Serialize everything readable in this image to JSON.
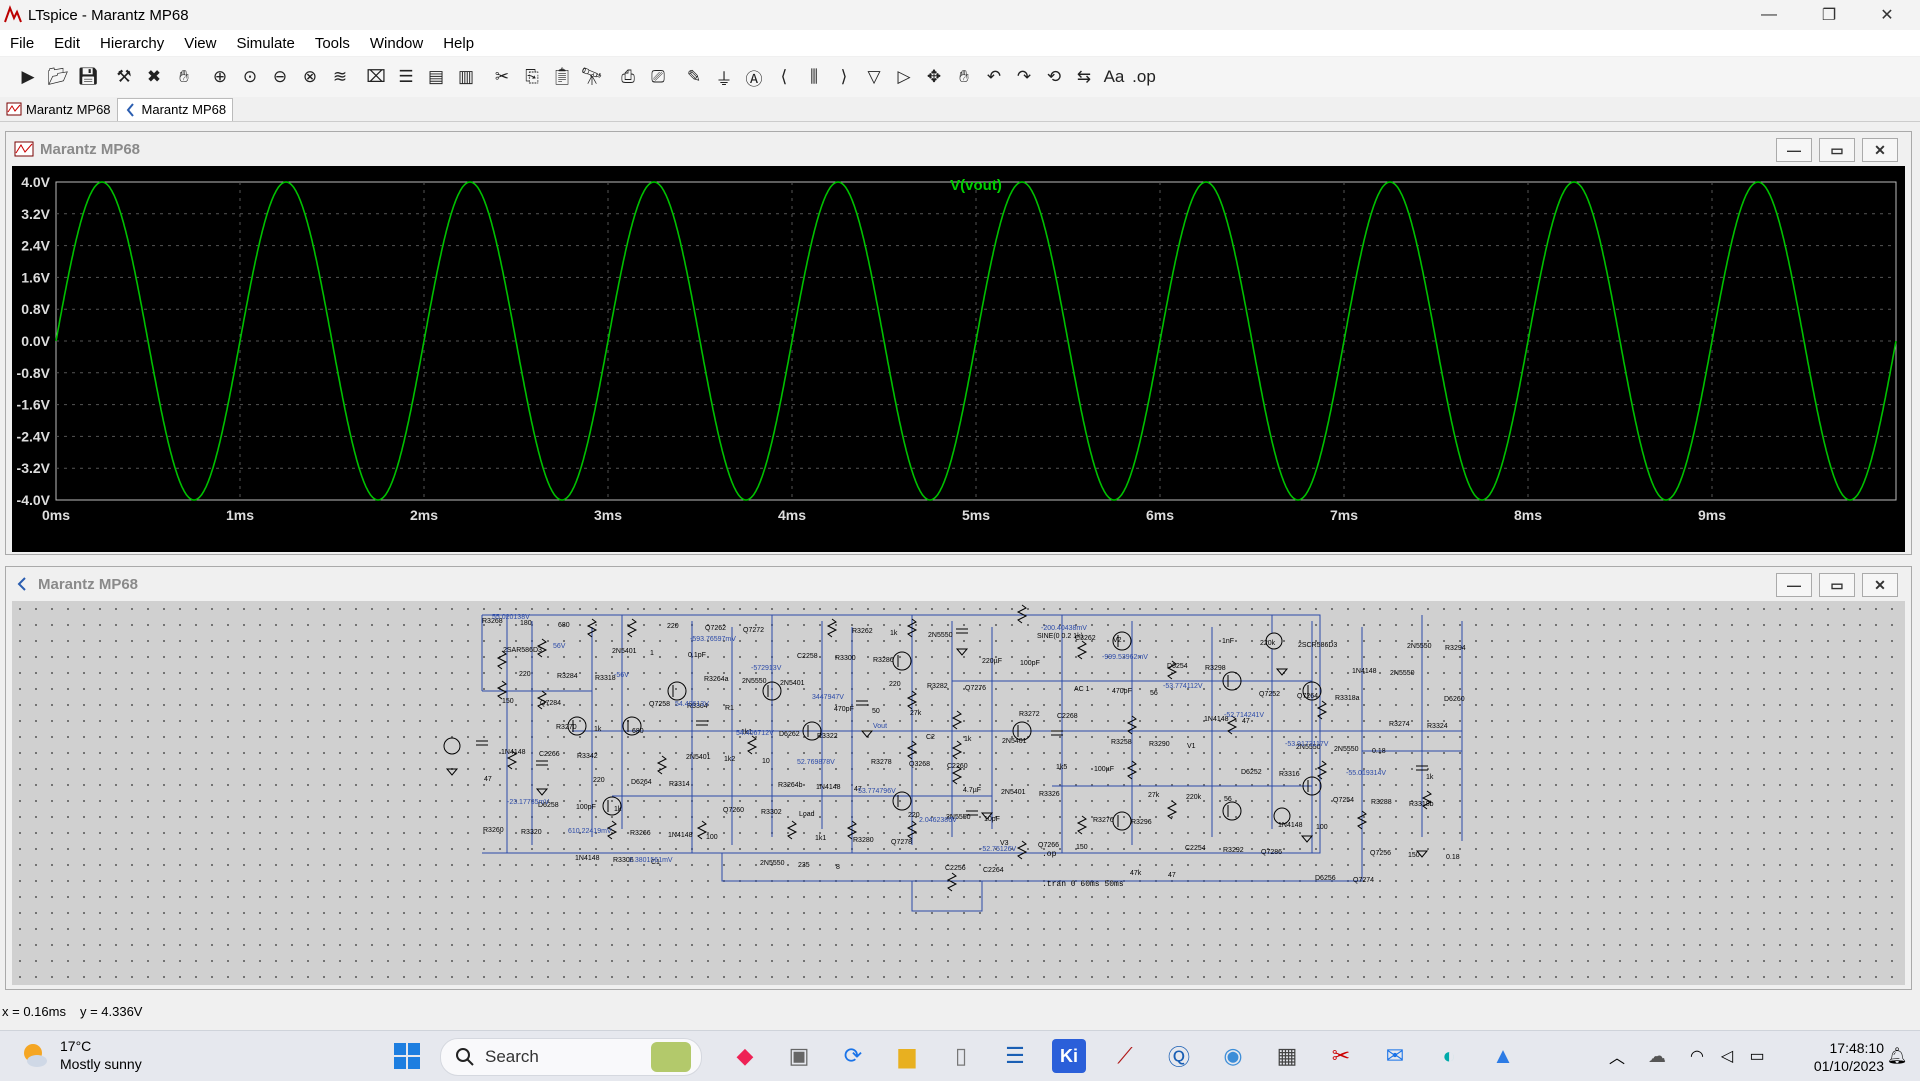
{
  "window": {
    "title": "LTspice - Marantz MP68",
    "min": "—",
    "max": "❐",
    "close": "✕"
  },
  "menu": [
    "File",
    "Edit",
    "Hierarchy",
    "View",
    "Simulate",
    "Tools",
    "Window",
    "Help"
  ],
  "toolbar_icons": [
    "run-icon",
    "open-icon",
    "save-icon",
    "control-panel-icon",
    "halt-icon",
    "pan-icon",
    "zoom-in-icon",
    "zoom-area-icon",
    "zoom-out-icon",
    "zoom-full-icon",
    "autoscale-icon",
    "delete-trace-icon",
    "tile-horizontal-icon",
    "tile-vertical-icon",
    "cascade-icon",
    "cut-icon",
    "copy-icon",
    "paste-icon",
    "find-icon",
    "print-icon",
    "print-setup-icon",
    "draw-wire-icon",
    "ground-icon",
    "label-net-icon",
    "resistor-icon",
    "capacitor-icon",
    "inductor-icon",
    "diode-icon",
    "component-icon",
    "move-icon",
    "drag-icon",
    "undo-icon",
    "redo-icon",
    "rotate-icon",
    "mirror-icon",
    "text-icon",
    "spice-directive-icon"
  ],
  "tabs": [
    {
      "label": "Marantz MP68"
    },
    {
      "label": "Marantz MP68"
    }
  ],
  "plot_window": {
    "title": "Marantz MP68",
    "trace_label": "V(vout)"
  },
  "schematic_window": {
    "title": "Marantz MP68"
  },
  "chart_data": {
    "type": "line",
    "title": "V(vout)",
    "xlabel": "",
    "ylabel": "",
    "x_range": [
      0,
      10
    ],
    "x_unit": "ms",
    "ylim": [
      -4.0,
      4.0
    ],
    "x_ticks": [
      "0ms",
      "1ms",
      "2ms",
      "3ms",
      "4ms",
      "5ms",
      "6ms",
      "7ms",
      "8ms",
      "9ms"
    ],
    "y_ticks": [
      "4.0V",
      "3.2V",
      "2.4V",
      "1.6V",
      "0.8V",
      "0.0V",
      "-0.8V",
      "-1.6V",
      "-2.4V",
      "-3.2V",
      "-4.0V"
    ],
    "grid": true,
    "series": [
      {
        "name": "V(vout)",
        "color": "#00c000",
        "waveform": "sine",
        "frequency_khz": 1.0,
        "amplitude_v": 4.0,
        "peak_first_ms": 0.25
      }
    ]
  },
  "schematic_labels": {
    "components": [
      "R3268",
      "220",
      "R3270",
      "220",
      "R3266",
      "220",
      "R3264a",
      "1k1",
      "R3264b",
      "1k1",
      "R3262",
      "220",
      "C2",
      "4.7µF",
      "V3",
      "SINE(0 0.2 1k)",
      "AC 1",
      "R3258",
      "27k",
      "C2254",
      "1nF",
      "Q7252",
      "2N5550",
      "Q7254",
      "Q7256",
      "2N5550",
      "D6260",
      "1N4148",
      "D6258",
      "1N4148",
      "2N5401",
      "Q7258",
      "2N5401",
      "Q7260",
      "2N5550",
      "C2258",
      "470pF",
      "R3278",
      "220",
      "C2256",
      "220µF",
      "R3272",
      "1k5",
      "R3276",
      "47k",
      "D6254",
      "1N4148",
      "D6252",
      "1N4148",
      "D6256",
      "1N4148",
      "R3274",
      "1k",
      "R3260",
      "180",
      "R3284",
      "1k",
      "D6264",
      "1N4148",
      "Q7262",
      "2N5550",
      "D6262",
      "1N4148",
      "R3280",
      "1k",
      "R3282",
      "1k",
      "2N5401",
      "Q7266",
      "C3262",
      "470pF",
      "R3290",
      "220k",
      "R3292",
      "220k",
      "Q7264",
      "2N5550",
      "R3288",
      "150",
      "R3294",
      "150",
      "C2266",
      "100pF",
      "R3306",
      "1",
      "R3304",
      "1k2",
      "R3302",
      "235",
      "R3300",
      "50",
      "Q3268",
      "2N5550",
      "C2264",
      "100pF",
      "C2268",
      "100µF",
      "R3296",
      "47",
      "R3298",
      "47",
      "R3316",
      "100",
      "Q7274",
      "2N5550",
      "R3324",
      "47",
      "R3320",
      "680",
      "R3318",
      "680",
      "R3314",
      "100",
      "Q7272",
      "2N5401",
      "R3322",
      "47",
      "Q7278",
      "2N5550",
      "Q7276",
      "2N5401",
      "R3326",
      "150",
      "V2",
      "56",
      "V1",
      "56",
      "Q7286",
      "2SCR586D3",
      "R3318a",
      "0.18",
      "R3318b",
      "0.18",
      "2SAR586D3",
      "Q7284",
      "R3342",
      "1k",
      "C1",
      "0.1pF",
      "R1",
      "10",
      "Load",
      "8",
      "R3286",
      "27k",
      "C2260",
      "10pF"
    ],
    "nets": [
      "55.020138V",
      "56V",
      "-56V",
      "54.40613V",
      "54.406712V",
      "52.769878V",
      "53.774796V",
      "2.0462386V",
      "-52.75126V",
      "-200.40438mV",
      "-999.53962mV",
      "-53.774112V",
      "-52.714241V",
      "-53.9173117V",
      "-55.019314V",
      "-23.17735mV",
      "610.22419mV",
      "2.3801561mV",
      "-593.76597mV",
      "-572913V",
      "3447947V",
      "Vout"
    ],
    "directives": [
      ".op",
      ".tran 0 60ms 50ms"
    ]
  },
  "status": {
    "x": "x = 0.16ms",
    "y": "y = 4.336V"
  },
  "taskbar": {
    "weather_temp": "17°C",
    "weather_desc": "Mostly sunny",
    "search_placeholder": "Search",
    "time": "17:48:10",
    "date": "01/10/2023"
  }
}
